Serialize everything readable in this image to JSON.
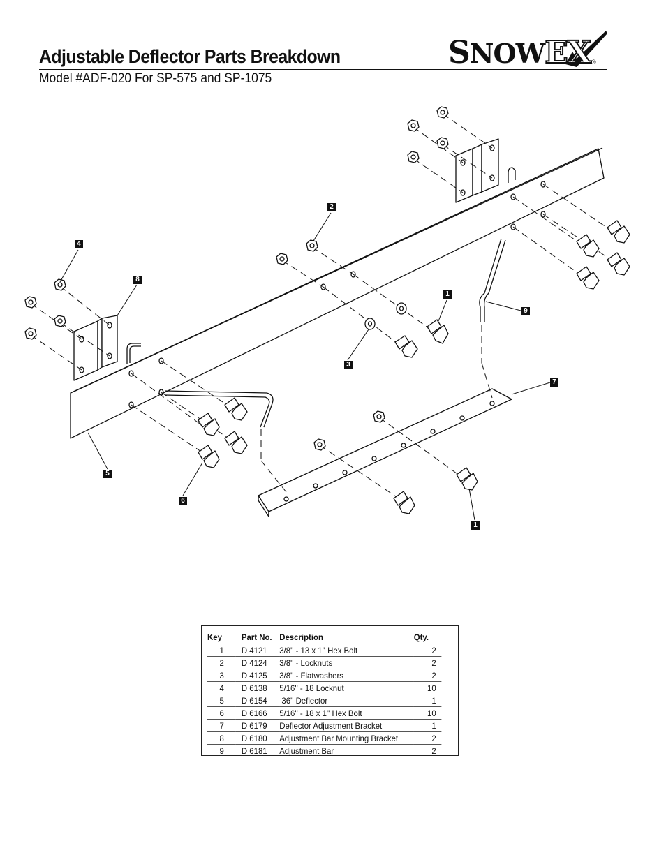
{
  "header": {
    "title": "Adjustable Deflector Parts Breakdown",
    "subtitle": "Model #ADF-020 For SP-575 and SP-1075",
    "brand": "SNOWEX",
    "brand_parts": [
      "S",
      "NOW",
      "E",
      "X"
    ],
    "registered_mark": "®"
  },
  "callouts": [
    "1",
    "2",
    "3",
    "4",
    "5",
    "6",
    "7",
    "8",
    "9",
    "1"
  ],
  "parts_table": {
    "headers": [
      "Key",
      "Part No.",
      "Description",
      "Qty."
    ],
    "rows": [
      [
        "1",
        "D 4121",
        "3/8'' - 13 x 1'' Hex Bolt",
        "2"
      ],
      [
        "2",
        "D 4124",
        "3/8'' - Locknuts",
        "2"
      ],
      [
        "3",
        "D 4125",
        "3/8'' - Flatwashers",
        "2"
      ],
      [
        "4",
        "D 6138",
        "5/16'' - 18 Locknut",
        "10"
      ],
      [
        "5",
        "D 6154",
        " 36'' Deflector",
        "1"
      ],
      [
        "6",
        "D 6166",
        "5/16'' - 18 x 1'' Hex Bolt",
        "10"
      ],
      [
        "7",
        "D 6179",
        "Deflector Adjustment Bracket",
        "1"
      ],
      [
        "8",
        "D 6180",
        "Adjustment Bar Mounting Bracket",
        "2"
      ],
      [
        "9",
        "D 6181",
        "Adjustment Bar",
        "2"
      ]
    ]
  }
}
